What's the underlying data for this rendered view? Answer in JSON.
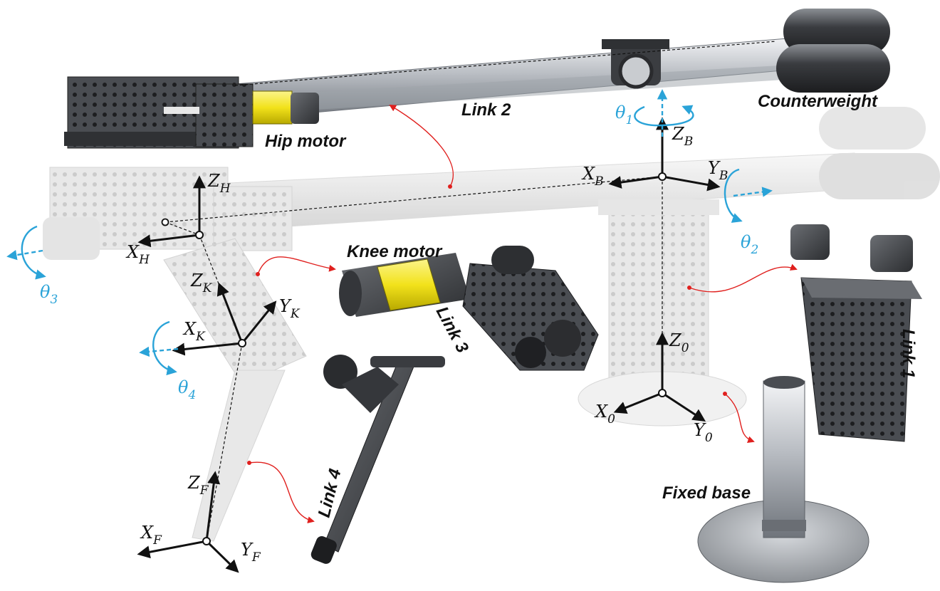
{
  "labels": {
    "hip_motor": "Hip motor",
    "link2": "Link 2",
    "counterweight": "Counterweight",
    "knee_motor": "Knee motor",
    "link3": "Link 3",
    "link1": "Link 1",
    "link4": "Link 4",
    "fixed_base": "Fixed base"
  },
  "frames": {
    "hip": {
      "z_main": "Z",
      "z_sub": "H",
      "x_main": "X",
      "x_sub": "H"
    },
    "knee": {
      "z_main": "Z",
      "z_sub": "K",
      "x_main": "X",
      "x_sub": "K",
      "y_main": "Y",
      "y_sub": "K"
    },
    "foot": {
      "z_main": "Z",
      "z_sub": "F",
      "x_main": "X",
      "x_sub": "F",
      "y_main": "Y",
      "y_sub": "F"
    },
    "base_b": {
      "z_main": "Z",
      "z_sub": "B",
      "x_main": "X",
      "x_sub": "B",
      "y_main": "Y",
      "y_sub": "B"
    },
    "base_0": {
      "z_main": "Z",
      "z_sub": "0",
      "x_main": "X",
      "x_sub": "0",
      "y_main": "Y",
      "y_sub": "0"
    }
  },
  "angles": {
    "t1": {
      "main": "θ",
      "sub": "1"
    },
    "t2": {
      "main": "θ",
      "sub": "2"
    },
    "t3": {
      "main": "θ",
      "sub": "3"
    },
    "t4": {
      "main": "θ",
      "sub": "4"
    }
  },
  "colors": {
    "axis": "#111111",
    "rotation": "#2aa3d8",
    "leader": "#e0201e",
    "metal": "#8a8f96",
    "motor_yellow": "#f2e21b"
  }
}
